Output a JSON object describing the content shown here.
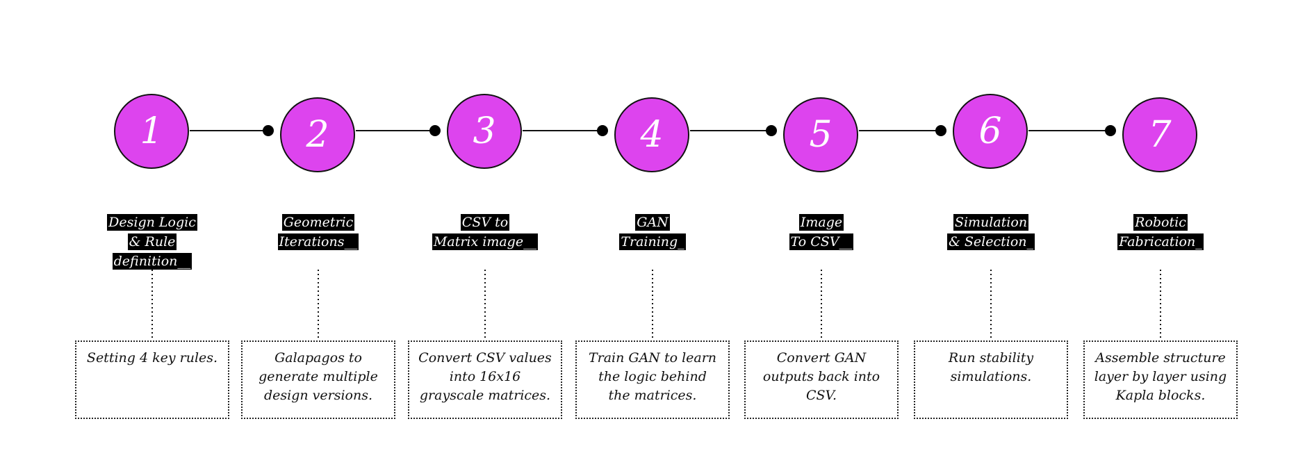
{
  "steps": [
    {
      "number": "1",
      "title": "Design Logic\n& Rule\ndefinition__",
      "description": "Setting 4 key rules."
    },
    {
      "number": "2",
      "title": "Geometric\nIterations__",
      "description": "Galapagos to\ngenerate multiple\ndesign versions."
    },
    {
      "number": "3",
      "title": "CSV to\nMatrix image__",
      "description": "Convert CSV values\ninto 16x16\ngrayscale matrices."
    },
    {
      "number": "4",
      "title": "GAN\nTraining_",
      "description": "Train GAN to learn\nthe logic behind\nthe matrices."
    },
    {
      "number": "5",
      "title": "Image\nTo CSV__",
      "description": "Convert GAN\noutputs back into\nCSV."
    },
    {
      "number": "6",
      "title": "Simulation\n& Selection_",
      "description": "Run stability\nsimulations."
    },
    {
      "number": "7",
      "title": "Robotic\nFabrication_",
      "description": "Assemble structure\nlayer by layer using\nKapla blocks."
    }
  ],
  "colors": {
    "circle_fill": "#dd44ee",
    "circle_stroke": "#111111",
    "label_background": "#000000",
    "label_text": "#ffffff",
    "line": "#111111"
  }
}
